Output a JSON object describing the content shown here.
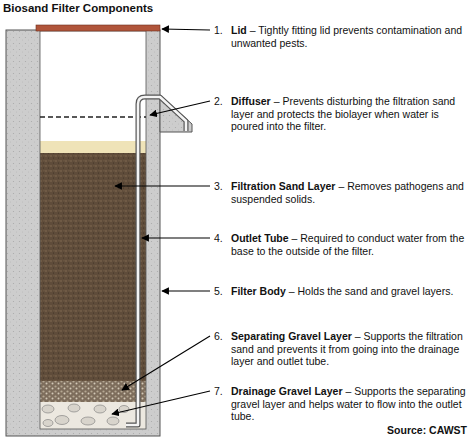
{
  "diagram": {
    "title": "Biosand Filter Components",
    "labels": [
      "1.",
      "Lid",
      "– Tightly fitting lid prevents contamination and unwanted pests.",
      "2.",
      "Diffuser",
      "– Prevents disturbing the filtration sand layer and protects the biolayer when water is poured into the filter.",
      "3.",
      "Filtration Sand Layer",
      "– Removes pathogens and suspended solids.",
      "4.",
      "Outlet Tube",
      "– Required to conduct water from the base to the outside of the filter.",
      "5.",
      "Filter Body",
      "– Holds the sand and gravel layers.",
      "6.",
      "Separating Gravel Layer",
      "– Supports the filtration sand and prevents it from going into the drainage layer and outlet tube.",
      "7.",
      "Drainage Gravel Layer",
      "– Supports the separating gravel layer and helps water to flow into the outlet tube.",
      "Source: CAWST"
    ]
  }
}
